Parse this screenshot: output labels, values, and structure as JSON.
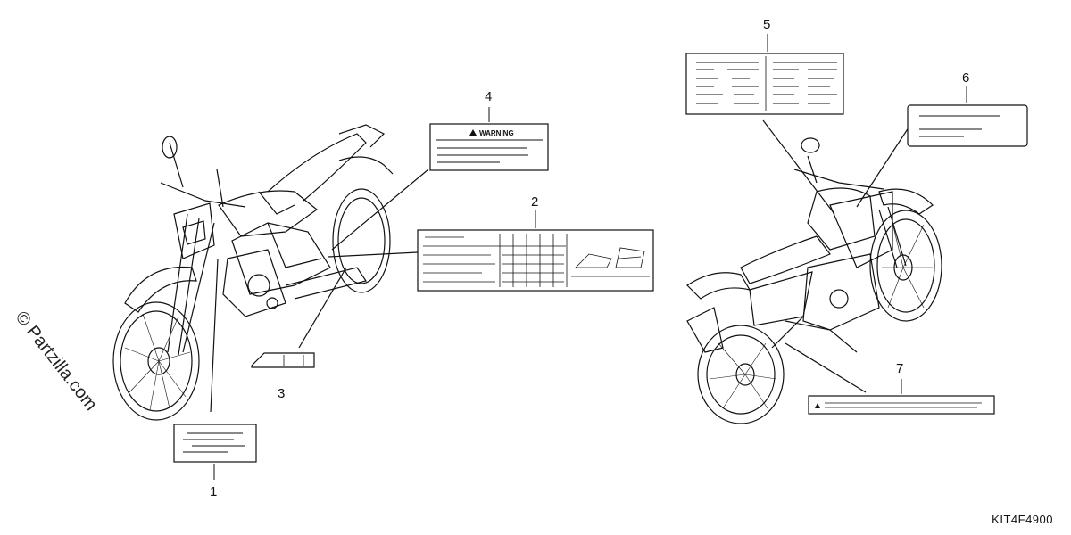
{
  "warning_label_text": "WARNING",
  "callouts": {
    "c1": "1",
    "c2": "2",
    "c3": "3",
    "c4": "4",
    "c5": "5",
    "c6": "6",
    "c7": "7"
  },
  "diagram_code": "KIT4F4900",
  "watermark": "© Partzilla.com",
  "colors": {
    "line": "#111111",
    "background": "#ffffff"
  }
}
